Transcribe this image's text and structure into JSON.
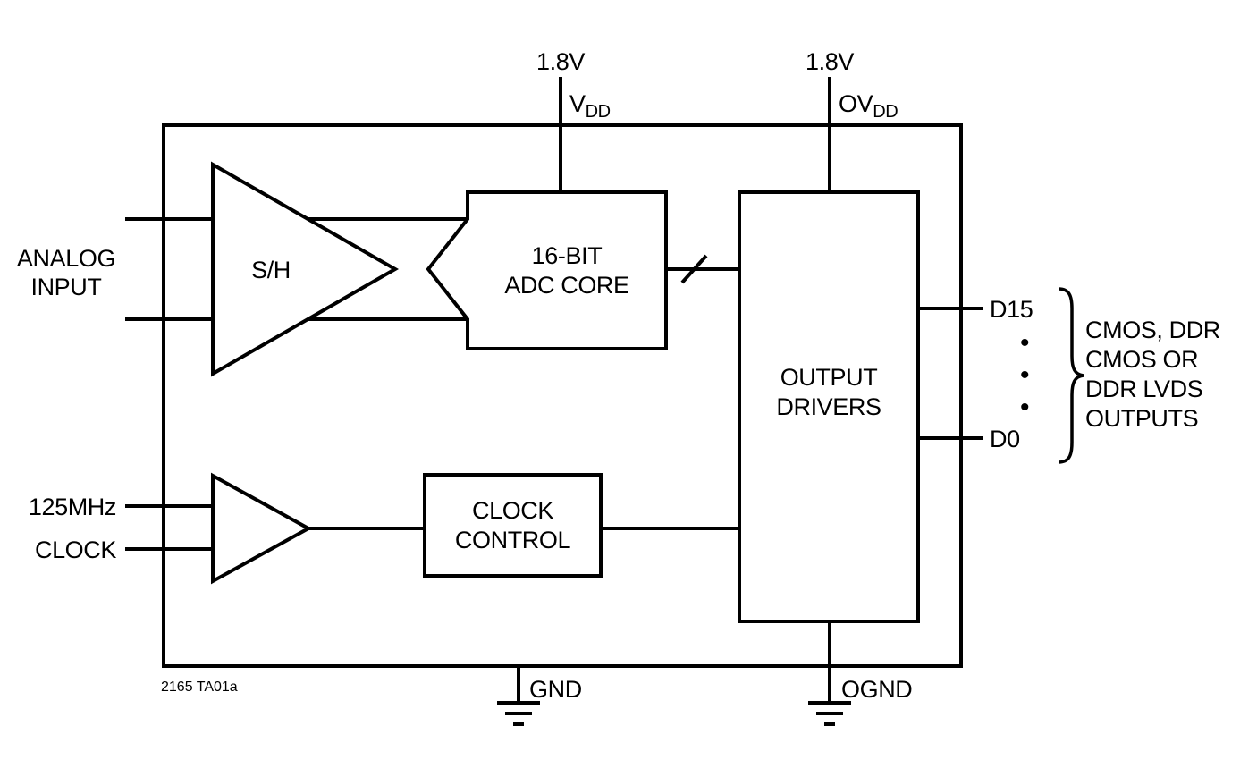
{
  "meta": {
    "figure_id": "2165 TA01a"
  },
  "colors": {
    "line": "#000000",
    "background": "#ffffff",
    "text": "#000000"
  },
  "power": {
    "vdd": {
      "voltage": "1.8V",
      "pin_main": "V",
      "pin_sub": "DD"
    },
    "ovdd": {
      "voltage": "1.8V",
      "pin_main": "OV",
      "pin_sub": "DD"
    }
  },
  "inputs": {
    "analog": {
      "line1": "ANALOG",
      "line2": "INPUT"
    },
    "clock": {
      "line1": "125MHz",
      "line2": "CLOCK"
    }
  },
  "blocks": {
    "sh_amp": {
      "label": "S/H"
    },
    "adc_core": {
      "line1": "16-BIT",
      "line2": "ADC CORE"
    },
    "output_drivers": {
      "line1": "OUTPUT",
      "line2": "DRIVERS"
    },
    "clock_control": {
      "line1": "CLOCK",
      "line2": "CONTROL"
    }
  },
  "outputs": {
    "d15_label": "D15",
    "d0_label": "D0",
    "bullet": "•",
    "description": [
      "CMOS, DDR",
      "CMOS OR",
      "DDR LVDS",
      "OUTPUTS"
    ]
  },
  "grounds": {
    "gnd": "GND",
    "ognd": "OGND"
  }
}
